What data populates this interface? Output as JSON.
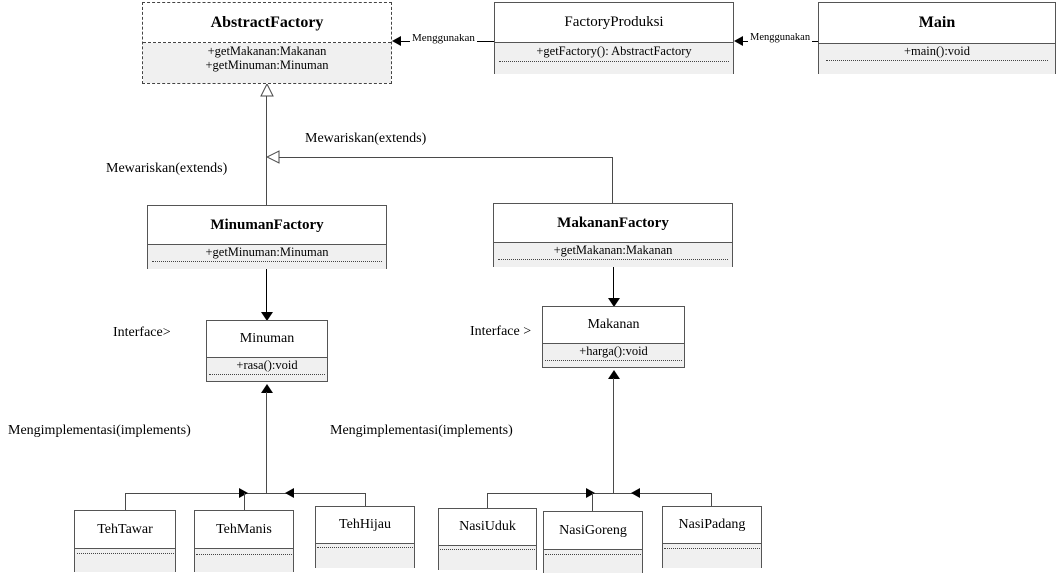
{
  "diagram": {
    "title": "Abstract Factory UML Class Diagram",
    "colors": {
      "background": "#ffffff",
      "box_fill": "#ffffff",
      "compartment_fill": "#f0f0f0",
      "line": "#4a4a4a",
      "text": "#000000"
    }
  },
  "classes": {
    "abstract_factory": {
      "name": "AbstractFactory",
      "operations": [
        "+getMakanan:Makanan",
        "+getMinuman:Minuman"
      ]
    },
    "factory_produksi": {
      "name": "FactoryProduksi",
      "operations": [
        "+getFactory(): AbstractFactory"
      ]
    },
    "main": {
      "name": "Main",
      "operations": [
        "+main():void"
      ]
    },
    "minuman_factory": {
      "name": "MinumanFactory",
      "operations": [
        "+getMinuman:Minuman"
      ]
    },
    "makanan_factory": {
      "name": "MakananFactory",
      "operations": [
        "+getMakanan:Makanan"
      ]
    },
    "minuman": {
      "name": "Minuman",
      "operations": [
        "+rasa():void"
      ]
    },
    "makanan": {
      "name": "Makanan",
      "operations": [
        "+harga():void"
      ]
    },
    "teh_tawar": {
      "name": "TehTawar",
      "operations": []
    },
    "teh_manis": {
      "name": "TehManis",
      "operations": []
    },
    "teh_hijau": {
      "name": "TehHijau",
      "operations": []
    },
    "nasi_uduk": {
      "name": "NasiUduk",
      "operations": []
    },
    "nasi_goreng": {
      "name": "NasiGoreng",
      "operations": []
    },
    "nasi_padang": {
      "name": "NasiPadang",
      "operations": []
    }
  },
  "relationships": {
    "uses_abstractfactory": "Menggunakan",
    "uses_factoryproduksi": "Menggunakan",
    "extends_minumanfactory": "Mewariskan(extends)",
    "extends_makananfactory": "Mewariskan(extends)",
    "interface_minuman": "Interface>",
    "interface_makanan": "Interface >",
    "implements_minuman": "Mengimplementasi(implements)",
    "implements_makanan": "Mengimplementasi(implements)"
  }
}
